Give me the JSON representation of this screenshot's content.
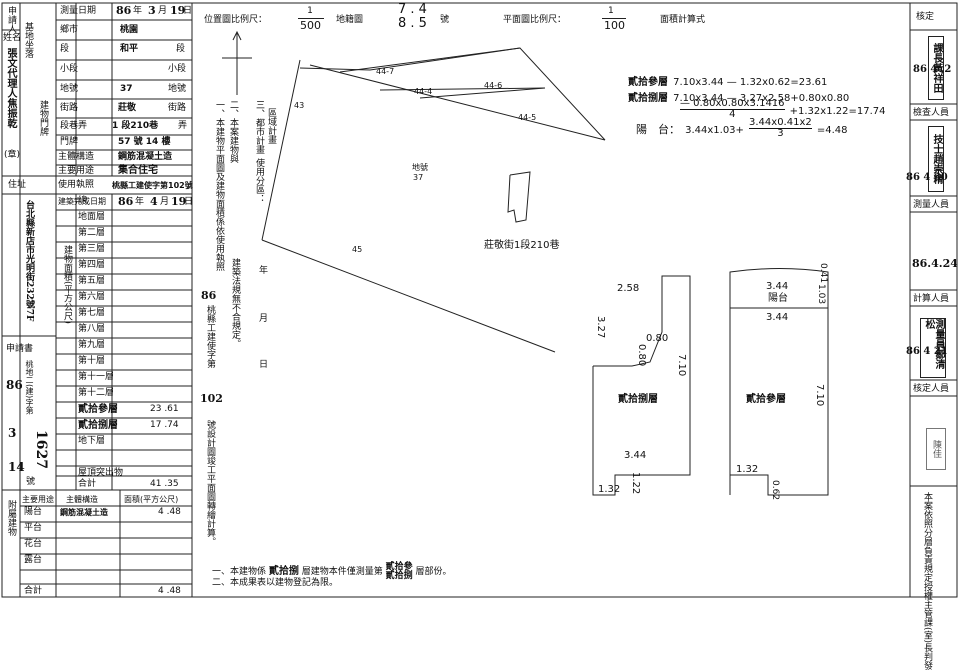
{
  "left_form": {
    "applicant_label": "申請人",
    "name_label": "姓名",
    "applicant_name": "張文代理人焦振乾",
    "seal_label": "(章)",
    "address_label": "住址",
    "address_value": "台北縣新店市光明街232號7F",
    "survey_date_label": "測量日期",
    "survey_date": {
      "year": "86",
      "month": "3",
      "day": "19"
    },
    "year_label": "年",
    "month_label": "月",
    "day_label": "日",
    "fields": [
      {
        "label": "鄉市",
        "value": "桃園"
      },
      {
        "label": "段",
        "value": "和平",
        "suffix": "段"
      },
      {
        "label": "小段",
        "value": "",
        "suffix": "小段"
      },
      {
        "label": "地號",
        "value": "37",
        "suffix": "地號"
      },
      {
        "label": "街路",
        "value": "莊敬",
        "suffix": "街路"
      },
      {
        "label": "段巷弄",
        "value": "1 段210巷",
        "suffix": "弄"
      },
      {
        "label": "門牌",
        "value": "57 號 14 樓",
        "suffix": ""
      }
    ],
    "group_label_base": "基地坐落",
    "group_label_building": "建物門牌",
    "structure_label": "主體構造",
    "structure_value": "鋼筋混凝土造",
    "usage_label": "主要用途",
    "usage_value": "集合住宅",
    "license_label": "使用執照",
    "license_value": "桃縣工建使字第102號",
    "completion_label": "建築完成日期",
    "completion_date": {
      "year": "86",
      "month": "4",
      "day": "19"
    },
    "area_header": "建物面積(平方公尺)",
    "floors": [
      {
        "label": "總",
        "value": ""
      },
      {
        "label": "地面層",
        "value": ""
      },
      {
        "label": "第二層",
        "value": ""
      },
      {
        "label": "第三層",
        "value": ""
      },
      {
        "label": "第四層",
        "value": ""
      },
      {
        "label": "第五層",
        "value": ""
      },
      {
        "label": "第六層",
        "value": ""
      },
      {
        "label": "第七層",
        "value": ""
      },
      {
        "label": "第八層",
        "value": ""
      },
      {
        "label": "第九層",
        "value": ""
      },
      {
        "label": "第十層",
        "value": ""
      },
      {
        "label": "第十一層",
        "value": ""
      },
      {
        "label": "第十二層",
        "value": ""
      },
      {
        "label": "貳拾參層",
        "value": "23 .61"
      },
      {
        "label": "貳拾捌層",
        "value": "17 .74"
      },
      {
        "label": "地下層",
        "value": ""
      },
      {
        "label": "",
        "value": ""
      },
      {
        "label": "屋頂突出物",
        "value": ""
      },
      {
        "label": "合計",
        "value": "41 .35"
      }
    ],
    "application_label": "申請書",
    "application_year": "86",
    "application_doc_label": "桃地二(建)字第",
    "application_no": "1627",
    "application_month": "3",
    "application_day": "14",
    "application_no_suffix": "號",
    "attached_label": "附屬建物",
    "attached_header_use": "主要用途",
    "attached_header_struct": "主體構造",
    "attached_header_area": "面積(平方公尺)",
    "attached": [
      {
        "label": "陽台",
        "struct": "鋼筋混凝土造",
        "value": "4 .48"
      },
      {
        "label": "平台",
        "struct": "",
        "value": ""
      },
      {
        "label": "花台",
        "struct": "",
        "value": ""
      },
      {
        "label": "露台",
        "struct": "",
        "value": ""
      },
      {
        "label": "",
        "struct": "",
        "value": ""
      },
      {
        "label": "合計",
        "struct": "",
        "value": "4 .48"
      }
    ]
  },
  "header": {
    "location_scale_label": "位置圖比例尺：",
    "location_scale_num": "1",
    "location_scale_den": "500",
    "map_label": "地籍圖",
    "map_no_top": "7 . 4",
    "map_no_bottom": "8 . 5",
    "map_suffix": "號",
    "plan_scale_label": "平面圖比例尺：",
    "plan_scale_num": "1",
    "plan_scale_den": "100",
    "area_calc_label": "面積計算式"
  },
  "site_map": {
    "parcels": [
      "44-7",
      "44-4",
      "44-6",
      "44-5",
      "43",
      "45"
    ],
    "lot_label": "地號",
    "lot_number": "37",
    "address_label": "莊敬街1段210巷"
  },
  "notes_vertical": [
    "一、本建物平面圖及建物面積係依使用執照",
    "二、本案建物與",
    "三、都市計畫",
    "區域計畫",
    "使用分區：",
    "86",
    "年",
    "月",
    "日",
    "號設計圖竣工平面圖轉繪計算。",
    "桃縣工建使字第",
    "102",
    "建築法規無不合規定。"
  ],
  "calc": {
    "floor23_label": "貳拾參層",
    "floor23_formula": "7.10x3.44 — 1.32x0.62=23.61",
    "floor28_label": "貳拾捌層",
    "floor28_formula": "7.10x3.44 — 3.27x2.58+0.80x0.80",
    "floor28_sub": "— 0.80x0.80x3.1416",
    "floor28_sub_den": "4",
    "floor28_end": "+1.32x1.22=17.74",
    "balcony_label": "陽　台：",
    "balcony_formula": "3.44x1.03+",
    "balcony_frac_num": "3.44x0.41x2",
    "balcony_frac_den": "3",
    "balcony_result": "=4.48"
  },
  "plan_left": {
    "name": "貳拾捌層",
    "dims": [
      "2.58",
      "3.27",
      "0.80",
      "0.80",
      "7.10",
      "3.44",
      "1.22",
      "1.32"
    ]
  },
  "plan_right": {
    "name": "貳拾參層",
    "balcony": "陽台",
    "dims": [
      "3.44",
      "1.03",
      "0.41",
      "3.44",
      "7.10",
      "1.32",
      "0.62"
    ]
  },
  "footer_notes": {
    "note1_a": "一、本建物係",
    "note1_b": "貳拾捌",
    "note1_c": "層建物本件僅測量第",
    "note1_d": "貳拾參",
    "note1_e": "貳拾捌",
    "note1_f": "層部份。",
    "note2": "二、本成果表以建物登記為限。"
  },
  "right_panel": {
    "checker_label": "核定",
    "checker_name": "課長黃祥田",
    "checker_date": "86 4 .2",
    "reviewer_label": "檢查人員",
    "reviewer_name": "技士趙崇精",
    "reviewer_date": "86 4 30",
    "measurer_label": "測量人員",
    "measurer_date": "86.4.24",
    "calc_label": "計算人員",
    "calc_name": "測量員鄒清松",
    "calc_date": "86 4 21",
    "typist_label": "核定人員",
    "typist_name": "陳佳",
    "note": "本案依照分層負責規定授權主管課(室)長判發"
  }
}
